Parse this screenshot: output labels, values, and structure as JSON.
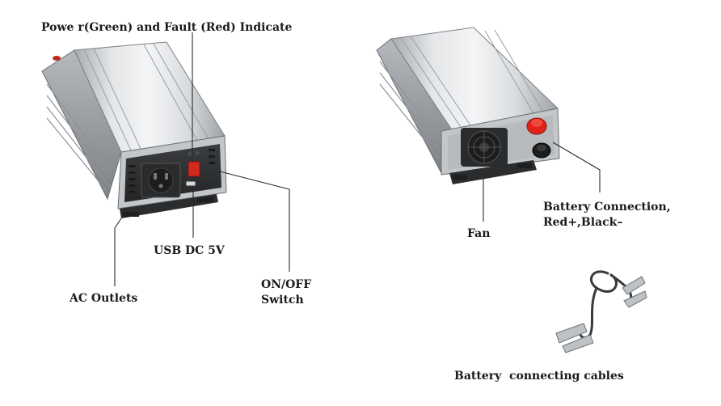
{
  "labels": {
    "power_fault": "Powe r(Green) and Fault (Red) Indicate",
    "usb": "USB DC 5V",
    "ac_outlets": "AC Outlets",
    "on_off_line1": "ON/OFF",
    "on_off_line2": "Switch",
    "fan": "Fan",
    "battery_connection_line1": "Battery Connection,",
    "battery_connection_line2": "Red+,Black–",
    "battery_cables": "Battery  connecting cables"
  },
  "colors": {
    "housing": "#c9cccf",
    "panel": "#2f3133",
    "switch": "#d42a1e",
    "terminal_red": "#e0221a",
    "terminal_black": "#1c1c1c",
    "cable": "#3a3a3a"
  }
}
